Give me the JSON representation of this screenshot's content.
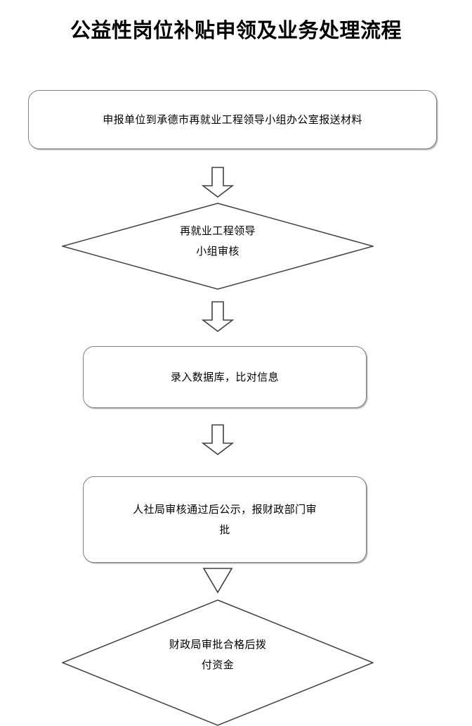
{
  "document": {
    "title": "公益性岗位补贴申领及业务处理流程"
  },
  "diagram": {
    "type": "flowchart",
    "orientation": "top-to-bottom",
    "colors": {
      "box_stroke": "#7f7f7f",
      "diamond_stroke": "#404040",
      "arrow_stroke": "#404040",
      "fill": "#ffffff",
      "text": "#000000"
    },
    "nodes": [
      {
        "id": "node-1",
        "shape": "rounded-rectangle",
        "label": "申报单位到承德市再就业工程领导小组办公室报送材料"
      },
      {
        "id": "node-2",
        "shape": "diamond",
        "label": "再就业工程领导\n小组审核"
      },
      {
        "id": "node-3",
        "shape": "rounded-rectangle",
        "label": "录入数据库，比对信息"
      },
      {
        "id": "node-4",
        "shape": "rounded-rectangle",
        "label": "人社局审核通过后公示，报财政部门审\n批"
      },
      {
        "id": "node-5",
        "shape": "diamond",
        "label": "财政局审批合格后拨\n付资金"
      }
    ],
    "connectors": [
      {
        "id": "arrow-1",
        "from": "node-1",
        "to": "node-2",
        "style": "block-arrow-down",
        "icon": "arrow-down-icon"
      },
      {
        "id": "arrow-2",
        "from": "node-2",
        "to": "node-3",
        "style": "block-arrow-down",
        "icon": "arrow-down-icon"
      },
      {
        "id": "arrow-3",
        "from": "node-3",
        "to": "node-4",
        "style": "block-arrow-down",
        "icon": "arrow-down-icon"
      },
      {
        "id": "arrow-4",
        "from": "node-4",
        "to": "node-5",
        "style": "triangle-arrow-down",
        "icon": "arrow-down-icon"
      }
    ]
  }
}
